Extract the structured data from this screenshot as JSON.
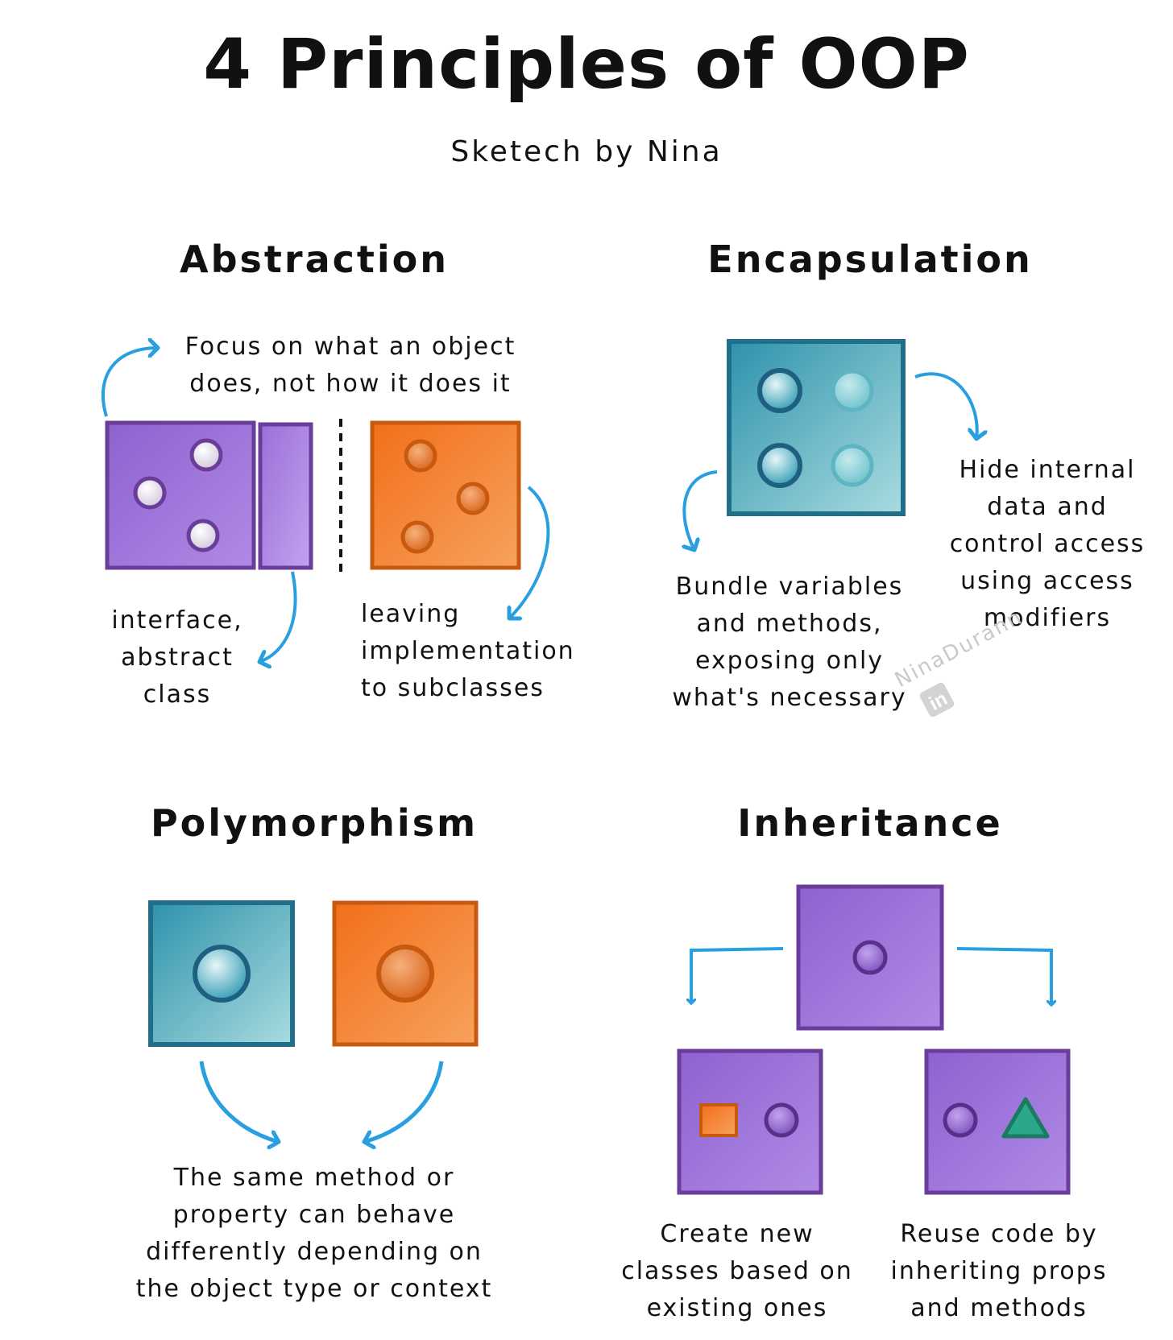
{
  "title": "4 Principles of OOP",
  "subtitle": "Sketech by Nina",
  "watermark": "NinaDurann",
  "colors": {
    "purple": "#9b6fd6",
    "purple_dark": "#6a3d9a",
    "orange": "#f07a25",
    "orange_dark": "#c85a10",
    "teal": "#4aaebf",
    "teal_dark": "#1f6f8b",
    "green": "#2aa889",
    "arrow": "#2a9fe0"
  },
  "sections": {
    "abstraction": {
      "heading": "Abstraction",
      "top_note": "Focus on what an object\ndoes, not how it does it",
      "left_note": "interface,\nabstract\nclass",
      "right_note": "leaving\nimplementation\nto subclasses"
    },
    "encapsulation": {
      "heading": "Encapsulation",
      "left_note": "Bundle variables\nand methods,\nexposing only\nwhat's necessary",
      "right_note": "Hide internal\ndata and\ncontrol access\nusing access\nmodifiers"
    },
    "polymorphism": {
      "heading": "Polymorphism",
      "note": "The same method or\nproperty can behave\ndifferently depending on\nthe object type or context"
    },
    "inheritance": {
      "heading": "Inheritance",
      "left_note": "Create new\nclasses based on\nexisting ones",
      "right_note": "Reuse code by\ninheriting props\nand methods"
    }
  }
}
